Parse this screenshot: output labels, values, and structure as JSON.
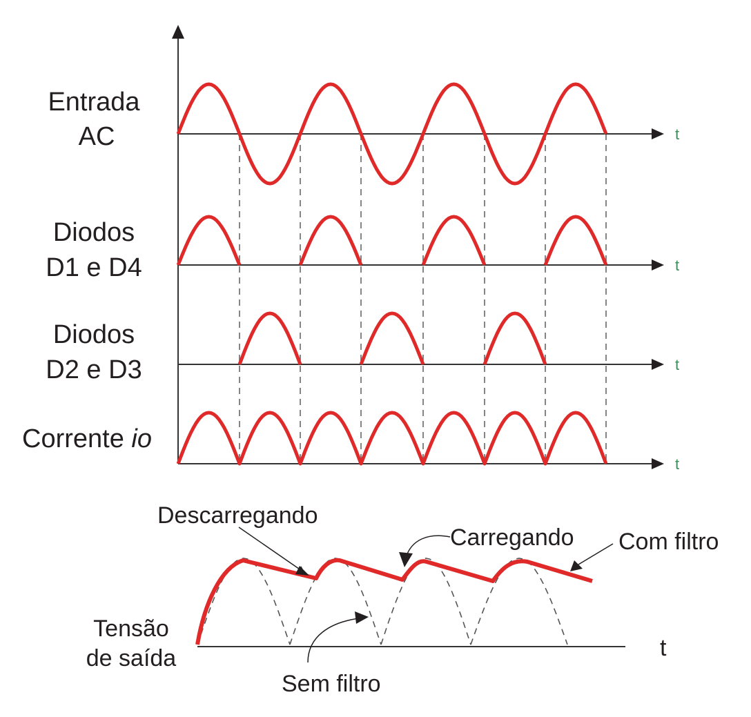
{
  "labels": {
    "entrada_line1": "Entrada",
    "entrada_line2": "AC",
    "d14_line1": "Diodos",
    "d14_line2": "D1 e D4",
    "d23_line1": "Diodos",
    "d23_line2": "D2 e D3",
    "corrente_prefix": "Corrente ",
    "corrente_var": "io",
    "tensao_line1": "Tensão",
    "tensao_line2": "de saída",
    "descarregando": "Descarregando",
    "carregando": "Carregando",
    "com_filtro": "Com filtro",
    "sem_filtro": "Sem filtro",
    "axis_t": "t"
  },
  "colors": {
    "signal": "#e02a2a",
    "axis": "#333333",
    "dashed": "#666666",
    "axis_t_label": "#3c8f5a"
  }
}
